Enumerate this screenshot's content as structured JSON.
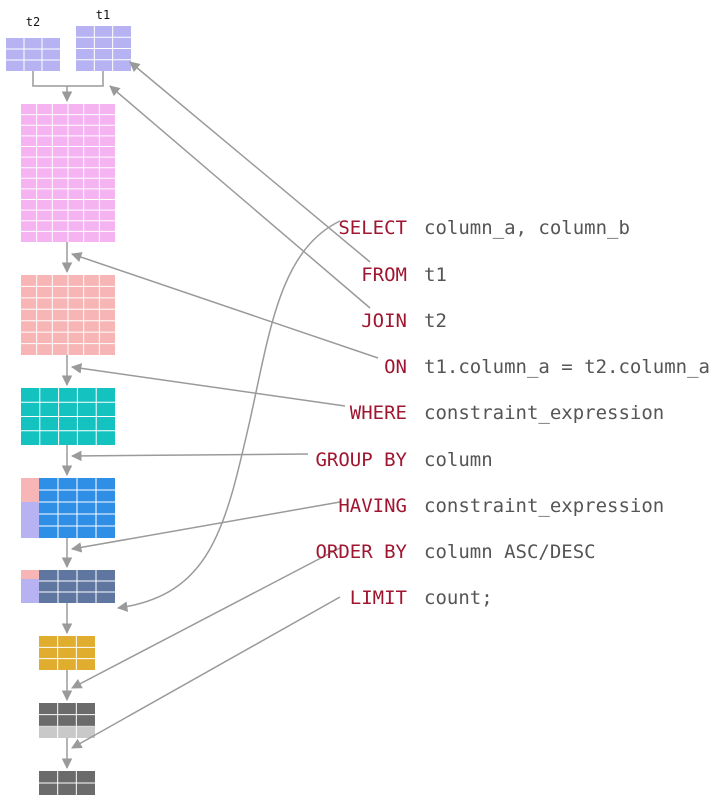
{
  "colors": {
    "keyword": "#a01530",
    "expression": "#555555",
    "arrow": "#9a9a9a",
    "t2": "#b7b3f3",
    "t1": "#b7b3f3",
    "joined": "#f5b3f2",
    "on_result": "#f7b5b5",
    "where_result": "#14c2c0",
    "group_by_main": "#2f8ee6",
    "group_by_pink": "#f7b5b5",
    "group_by_lavender": "#b7b3f3",
    "having_main": "#5f76a0",
    "select_result": "#e0ad2f",
    "order_by_dark": "#6b6b6b",
    "order_by_light": "#c9c9c9",
    "limit_result": "#6b6b6b"
  },
  "tables": {
    "t2": {
      "label": "t2"
    },
    "t1": {
      "label": "t1"
    }
  },
  "clauses": [
    {
      "keyword": "SELECT",
      "expression": "column_a, column_b"
    },
    {
      "keyword": "FROM",
      "expression": "t1"
    },
    {
      "keyword": "JOIN",
      "expression": "t2"
    },
    {
      "keyword": "ON",
      "expression": "t1.column_a = t2.column_a"
    },
    {
      "keyword": "WHERE",
      "expression": "constraint_expression"
    },
    {
      "keyword": "GROUP BY",
      "expression": "column"
    },
    {
      "keyword": "HAVING",
      "expression": "constraint_expression"
    },
    {
      "keyword": "ORDER BY",
      "expression": "column ASC/DESC"
    },
    {
      "keyword": "LIMIT",
      "expression": "count;"
    }
  ]
}
